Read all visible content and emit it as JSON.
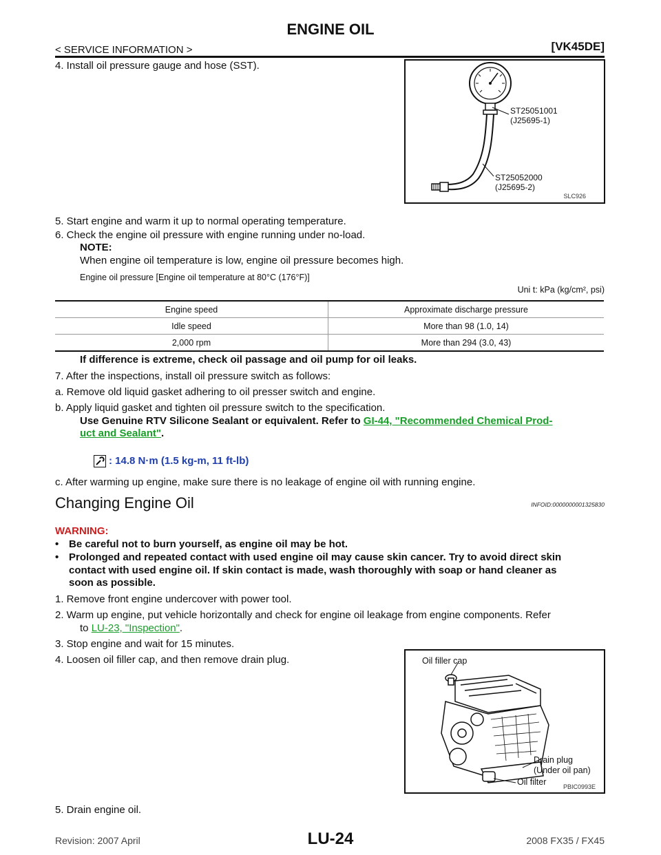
{
  "header": {
    "title": "ENGINE OIL",
    "section": "< SERVICE INFORMATION >",
    "model_code": "[VK45DE]"
  },
  "steps1": {
    "s4": "4.  Install oil pressure gauge and hose (SST).",
    "s5": "5.  Start engine and warm it up to normal operating temperature.",
    "s6": "6.  Check the engine oil pressure with engine running under no-load.",
    "note_label": "NOTE:",
    "note_text": "When engine oil temperature is low, engine oil pressure becomes high."
  },
  "figure1": {
    "tool1_code": "ST25051001",
    "tool1_alt": "(J25695-1)",
    "tool2_code": "ST25052000",
    "tool2_alt": "(J25695-2)",
    "caption": "SLC926"
  },
  "pressure_table": {
    "title": "Engine oil pressure [Engine oil temperature at 80°C (176°F)]",
    "unit": "Uni t: kPa (kg/cm², psi)",
    "headers": [
      "Engine speed",
      "Approximate discharge pressure"
    ],
    "rows": [
      [
        "Idle speed",
        "More than 98 (1.0, 14)"
      ],
      [
        "2,000 rpm",
        "More than 294 (3.0, 43)"
      ]
    ]
  },
  "steps2": {
    "diff_warning": "If difference is extreme, check oil passage and oil pump for oil leaks.",
    "s7": "7.  After the inspections, install oil pressure switch as follows:",
    "sa": "a.  Remove old liquid gasket adhering to oil presser switch and engine.",
    "sb": "b.  Apply liquid gasket and tighten oil pressure switch to the specification.",
    "sb_bold_prefix": "Use Genuine RTV Silicone Sealant or equivalent. Refer to ",
    "sb_link_line1": "GI-44, \"Recommended Chemical Prod-",
    "sb_link_line2": "uct and Sealant\"",
    "sb_period": ".",
    "torque": ": 14.8 N·m (1.5 kg-m, 11 ft-lb)",
    "sc": "c.  After warming up engine, make sure there is no leakage of engine oil with running engine."
  },
  "changing": {
    "heading": "Changing Engine Oil",
    "infoid": "INFOID:0000000001325830",
    "warning_label": "WARNING:",
    "w1": "Be careful not to burn yourself, as engine oil may be hot.",
    "w2_line1": "Prolonged and repeated contact with used engine oil may cause skin cancer. Try to avoid direct skin",
    "w2_line2": "contact with used engine oil. If skin contact is made, wash thoroughly with soap or hand cleaner as",
    "w2_line3": "soon as possible.",
    "s1": "1.  Remove front engine undercover with power tool.",
    "s2_line1": "2.  Warm up engine, put vehicle horizontally and check for engine oil leakage from engine components. Refer",
    "s2_prefix": "to ",
    "s2_link": "LU-23, \"Inspection\"",
    "s2_suffix": ".",
    "s3": "3.  Stop engine and wait for 15 minutes.",
    "s4": "4.  Loosen oil filler cap, and then remove drain plug.",
    "s5": "5.  Drain engine oil."
  },
  "figure2": {
    "label_cap": "Oil filler cap",
    "label_drain1": "Drain plug",
    "label_drain2": "(Under oil pan)",
    "label_filter": "Oil filter",
    "caption": "PBIC0993E"
  },
  "footer": {
    "page": "LU-24",
    "revision": "Revision: 2007 April",
    "model": "2008 FX35 / FX45"
  }
}
